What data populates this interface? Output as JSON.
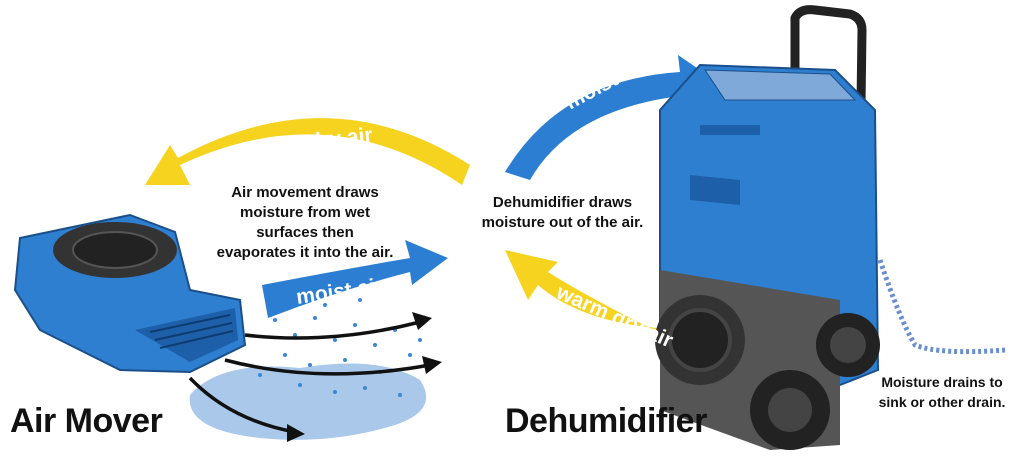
{
  "labels": {
    "air_mover": "Air Mover",
    "dehumidifier": "Dehumidifier",
    "air_mover_desc": [
      "Air movement draws",
      "moisture from wet",
      "surfaces then",
      "evaporates it into the air."
    ],
    "dehumidifier_desc": [
      "Dehumidifier draws",
      "moisture out of the air."
    ],
    "drain_desc": [
      "Moisture drains to",
      "sink or other drain."
    ]
  },
  "arrows": {
    "warm_dry_air_top": "warm dry air",
    "moist_air_left": "moist air",
    "moist_air_right": "moist air",
    "warm_dry_air_bottom": "warm dry air"
  },
  "colors": {
    "yellow": "#f5d31f",
    "blue": "#2b7ed1",
    "device_blue": "#2f7fd0",
    "dark": "#3a3a3a",
    "puddle": "#a9c8ea"
  }
}
